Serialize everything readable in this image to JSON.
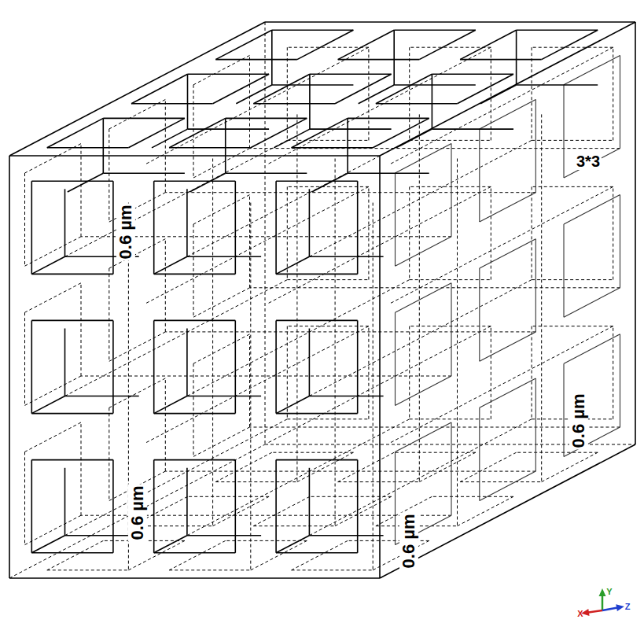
{
  "diagram": {
    "labels": [
      "0.6 µm",
      "3*3",
      "0.6 µm",
      "0.6 µm",
      "0.6 µm",
      "Y",
      "X",
      "Z"
    ]
  }
}
